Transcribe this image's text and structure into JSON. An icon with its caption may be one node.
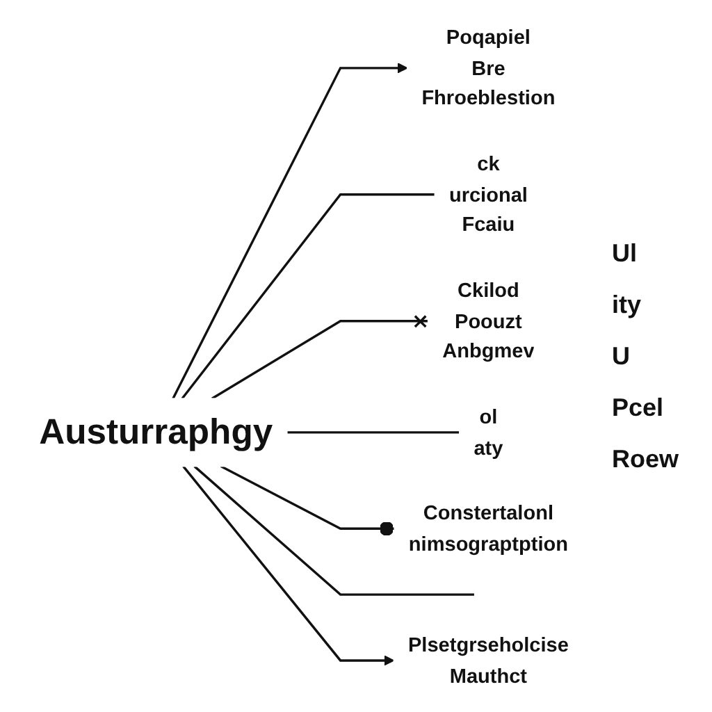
{
  "diagram": {
    "nodes": [
      {
        "text": [
          "Poqapiel",
          "Bre",
          "Fhroeblestion"
        ]
      },
      {
        "text": [
          "ck",
          "urcional",
          "Fcaiu"
        ]
      },
      {
        "text": [
          "Ckilod",
          "Poouzt",
          "Anbgmev"
        ]
      },
      {
        "text": [
          "Austurraphgy"
        ]
      },
      {
        "text": [
          "ol",
          "aty"
        ]
      },
      {
        "text": [
          "Plsetgrseholcise",
          "Mauthct"
        ]
      },
      {
        "text": [
          "Constertalonl",
          "nimsograptption"
        ]
      }
    ],
    "edges": [
      {
        "from": 3,
        "to": 0,
        "arrow": "to"
      },
      {
        "from": 3,
        "to": 1,
        "arrow": "none"
      },
      {
        "from": 3,
        "to": 2,
        "arrow": "other"
      },
      {
        "from": 3,
        "to": 4,
        "arrow": "none"
      },
      {
        "from": 3,
        "to": 6,
        "arrow": "other"
      },
      {
        "from": 3,
        "to": null,
        "arrow": "none"
      },
      {
        "from": 3,
        "to": 5,
        "arrow": "to"
      }
    ],
    "labels": [
      "Ul",
      "ity",
      "U",
      "Pcel",
      "Roew"
    ]
  }
}
